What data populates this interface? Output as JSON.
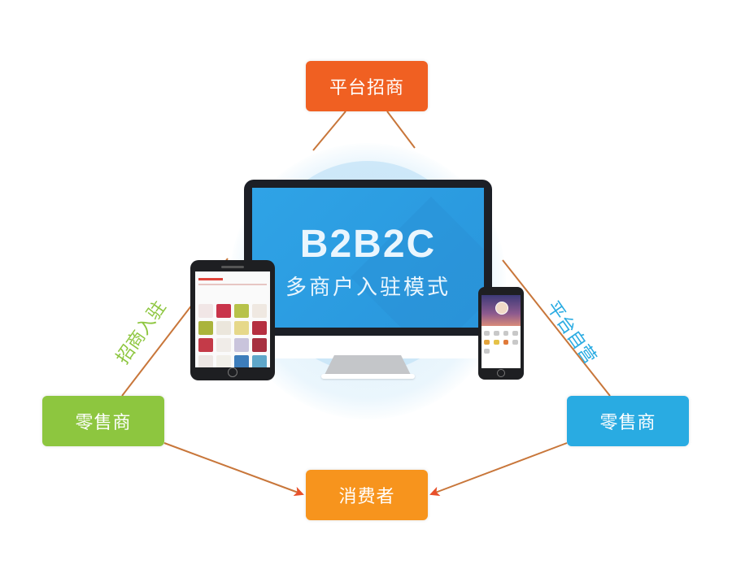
{
  "diagram": {
    "title": "B2B2C",
    "subtitle": "多商户入驻模式",
    "nodes": {
      "top": {
        "label": "平台招商",
        "color": "#f06022"
      },
      "left": {
        "label": "零售商",
        "color": "#8dc63f"
      },
      "right": {
        "label": "零售商",
        "color": "#29abe2"
      },
      "bottom": {
        "label": "消费者",
        "color": "#f7941d"
      }
    },
    "edges": {
      "left_label": "招商入驻",
      "right_label": "平台自营",
      "line_color": "#c8763a",
      "arrow_color": "#e8502a"
    },
    "devices": [
      "monitor",
      "tablet",
      "phone"
    ]
  }
}
